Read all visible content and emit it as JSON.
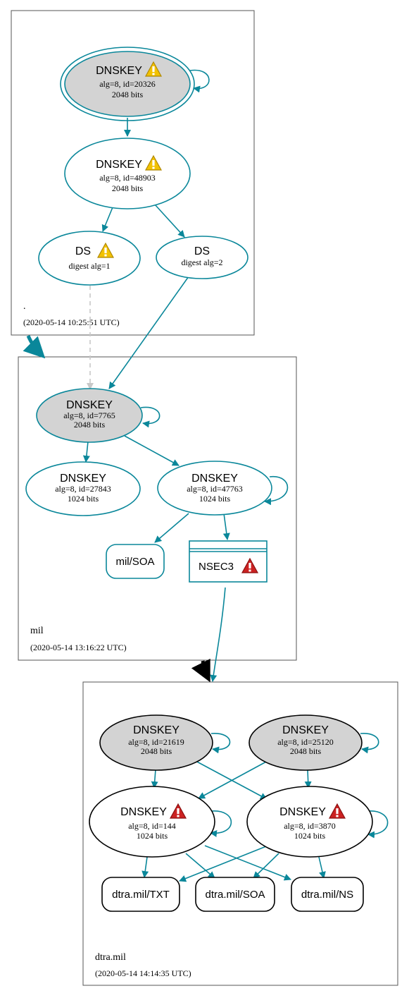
{
  "zones": [
    {
      "name": ".",
      "timestamp": "(2020-05-14 10:25:51 UTC)"
    },
    {
      "name": "mil",
      "timestamp": "(2020-05-14 13:16:22 UTC)"
    },
    {
      "name": "dtra.mil",
      "timestamp": "(2020-05-14 14:14:35 UTC)"
    }
  ],
  "nodes": {
    "root_ksk": {
      "title": "DNSKEY",
      "line1": "alg=8, id=20326",
      "line2": "2048 bits"
    },
    "root_zsk": {
      "title": "DNSKEY",
      "line1": "alg=8, id=48903",
      "line2": "2048 bits"
    },
    "ds1": {
      "title": "DS",
      "line1": "digest alg=1"
    },
    "ds2": {
      "title": "DS",
      "line1": "digest alg=2"
    },
    "mil_ksk": {
      "title": "DNSKEY",
      "line1": "alg=8, id=7765",
      "line2": "2048 bits"
    },
    "mil_k27843": {
      "title": "DNSKEY",
      "line1": "alg=8, id=27843",
      "line2": "1024 bits"
    },
    "mil_k47763": {
      "title": "DNSKEY",
      "line1": "alg=8, id=47763",
      "line2": "1024 bits"
    },
    "mil_soa": {
      "title": "mil/SOA"
    },
    "nsec3": {
      "title": "NSEC3"
    },
    "dtra_k21619": {
      "title": "DNSKEY",
      "line1": "alg=8, id=21619",
      "line2": "2048 bits"
    },
    "dtra_k25120": {
      "title": "DNSKEY",
      "line1": "alg=8, id=25120",
      "line2": "2048 bits"
    },
    "dtra_k144": {
      "title": "DNSKEY",
      "line1": "alg=8, id=144",
      "line2": "1024 bits"
    },
    "dtra_k3870": {
      "title": "DNSKEY",
      "line1": "alg=8, id=3870",
      "line2": "1024 bits"
    },
    "dtra_txt": {
      "title": "dtra.mil/TXT"
    },
    "dtra_soa": {
      "title": "dtra.mil/SOA"
    },
    "dtra_ns": {
      "title": "dtra.mil/NS"
    }
  },
  "colors": {
    "teal": "#0a879a",
    "black": "#000000",
    "gray_fill": "#d3d3d3",
    "dashed": "#c8c8c8",
    "warning_yellow": "#f2c200",
    "warning_red": "#cc2222"
  },
  "icons": {
    "warning": "warning-triangle-icon",
    "error": "error-triangle-icon"
  }
}
